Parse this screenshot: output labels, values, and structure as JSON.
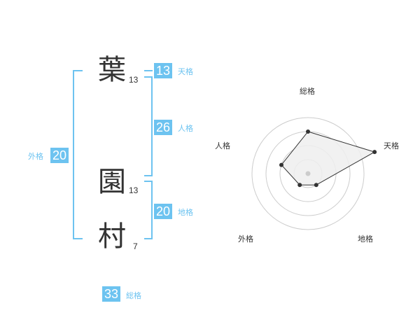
{
  "name": {
    "characters": [
      {
        "char": "葉",
        "strokes": "13"
      },
      {
        "char": "園",
        "strokes": "13"
      },
      {
        "char": "村",
        "strokes": "7"
      }
    ]
  },
  "fortune": {
    "tenkaku": {
      "value": "13",
      "label": "天格"
    },
    "jinkaku": {
      "value": "26",
      "label": "人格"
    },
    "chikaku": {
      "value": "20",
      "label": "地格"
    },
    "gaikaku": {
      "value": "20",
      "label": "外格"
    },
    "soukaku": {
      "value": "33",
      "label": "総格"
    }
  },
  "radar": {
    "axes": [
      "総格",
      "天格",
      "地格",
      "外格",
      "人格"
    ],
    "levels": 4,
    "values": [
      3,
      5,
      1,
      1,
      2
    ],
    "max": 5
  },
  "colors": {
    "accent": "#6dc3f0",
    "text": "#333333",
    "grid": "#cccccc",
    "fill": "#eeeeee"
  }
}
